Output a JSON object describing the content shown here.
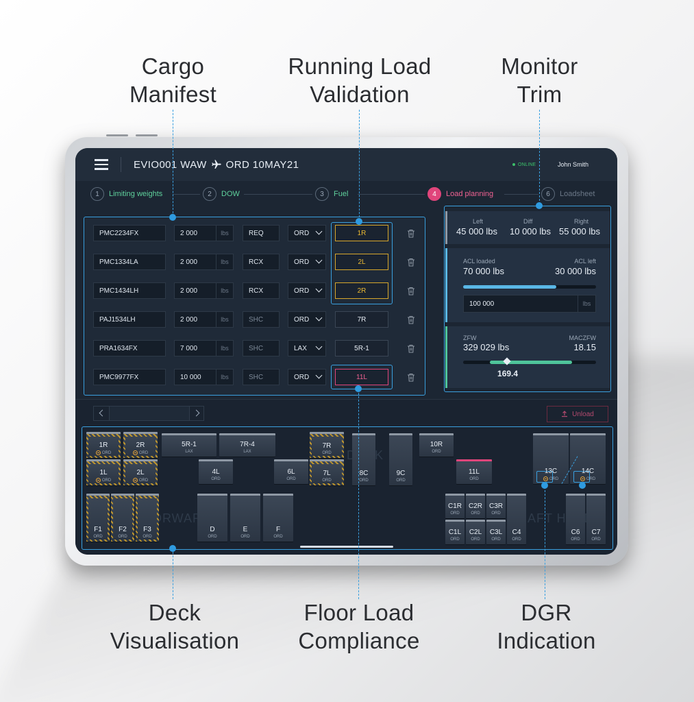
{
  "callouts": {
    "cargo_manifest": [
      "Cargo",
      "Manifest"
    ],
    "running_load": [
      "Running Load",
      "Validation"
    ],
    "monitor_trim": [
      "Monitor",
      "Trim"
    ],
    "deck_visualisation": [
      "Deck",
      "Visualisation"
    ],
    "floor_load": [
      "Floor Load",
      "Compliance"
    ],
    "dgr_indication": [
      "DGR",
      "Indication"
    ]
  },
  "header": {
    "flight_id": "EVIO001 WAW",
    "flight_dest": "ORD 10MAY21",
    "status": "ONLINE",
    "user": "John Smith"
  },
  "steps": [
    {
      "num": "1",
      "label": "Limiting weights",
      "state": "done"
    },
    {
      "num": "2",
      "label": "DOW",
      "state": "done"
    },
    {
      "num": "3",
      "label": "Fuel",
      "state": "done"
    },
    {
      "num": "4",
      "label": "Load planning",
      "state": "active"
    },
    {
      "num": "6",
      "label": "Loadsheet",
      "state": "todo"
    }
  ],
  "manifest": {
    "rows": [
      {
        "id": "PMC2234FX",
        "weight": "2 000",
        "unit": "lbs",
        "code": "REQ",
        "dest": "ORD",
        "pos": "1R",
        "status": "warn"
      },
      {
        "id": "PMC1334LA",
        "weight": "2 000",
        "unit": "lbs",
        "code": "RCX",
        "dest": "ORD",
        "pos": "2L",
        "status": "warn"
      },
      {
        "id": "PMC1434LH",
        "weight": "2 000",
        "unit": "lbs",
        "code": "RCX",
        "dest": "ORD",
        "pos": "2R",
        "status": "warn"
      },
      {
        "id": "PAJ1534LH",
        "weight": "2 000",
        "unit": "lbs",
        "code": "SHC",
        "dest": "ORD",
        "pos": "7R",
        "status": "ok"
      },
      {
        "id": "PRA1634FX",
        "weight": "7 000",
        "unit": "lbs",
        "code": "SHC",
        "dest": "LAX",
        "pos": "5R-1",
        "status": "ok"
      },
      {
        "id": "PMC9977FX",
        "weight": "10 000",
        "unit": "lbs",
        "code": "SHC",
        "dest": "ORD",
        "pos": "11L",
        "status": "err"
      }
    ]
  },
  "trim": {
    "left_label": "Left",
    "left_value": "45 000 lbs",
    "diff_label": "Diff",
    "diff_value": "10 000 lbs",
    "right_label": "Right",
    "right_value": "55 000 lbs",
    "acl_loaded_label": "ACL loaded",
    "acl_loaded_value": "70 000 lbs",
    "acl_left_label": "ACL left",
    "acl_left_value": "30 000 lbs",
    "acl_progress": 0.7,
    "acl_input_value": "100 000",
    "acl_input_unit": "lbs",
    "zfw_label": "ZFW",
    "zfw_value": "329 029 lbs",
    "maczfw_label": "MACZFW",
    "maczfw_value": "18.15",
    "trim_value": "169.4",
    "trim_range_start": 0.2,
    "trim_range_end": 0.82,
    "trim_marker": 0.33
  },
  "toolbar": {
    "unload_label": "Unload"
  },
  "deck": {
    "ghost_main": "DECK",
    "ghost_forward": "FORWARD",
    "ghost_aft": "AFT HOLD",
    "main_upper": [
      {
        "code": "1R",
        "sub": "ORD",
        "dgr": true,
        "hatch": true
      },
      {
        "code": "2R",
        "sub": "ORD",
        "dgr": true,
        "hatch": true
      },
      {
        "code": "5R-1",
        "sub": "LAX"
      },
      {
        "code": "7R-4",
        "sub": "LAX"
      },
      {
        "code": "7R",
        "sub": "ORD",
        "hatch": true
      },
      {
        "code": "8C",
        "sub": "ORD"
      },
      {
        "code": "9C",
        "sub": "ORD"
      },
      {
        "code": "10R",
        "sub": "ORD"
      },
      {
        "code": "13C",
        "sub": "ORD",
        "dgr": true
      },
      {
        "code": "14C",
        "sub": "ORD",
        "dgr": true
      }
    ],
    "main_lower": [
      {
        "code": "1L",
        "sub": "ORD",
        "dgr": true,
        "hatch": true
      },
      {
        "code": "2L",
        "sub": "ORD",
        "dgr": true,
        "hatch": true
      },
      {
        "code": "4L",
        "sub": "ORD"
      },
      {
        "code": "6L",
        "sub": "ORD"
      },
      {
        "code": "7L",
        "sub": "ORD",
        "hatch": true
      },
      {
        "code": "11L",
        "sub": "ORD",
        "err": true
      }
    ],
    "forward": [
      {
        "code": "F1",
        "sub": "ORD",
        "hatch": true
      },
      {
        "code": "F2",
        "sub": "ORD",
        "hatch": true
      },
      {
        "code": "F3",
        "sub": "ORD",
        "hatch": true
      },
      {
        "code": "D",
        "sub": "ORD"
      },
      {
        "code": "E",
        "sub": "ORD"
      },
      {
        "code": "F",
        "sub": "ORD"
      }
    ],
    "aft": [
      {
        "code": "C1R",
        "sub": "ORD"
      },
      {
        "code": "C2R",
        "sub": "ORD"
      },
      {
        "code": "C3R",
        "sub": "ORD"
      },
      {
        "code": "C1L",
        "sub": "ORD"
      },
      {
        "code": "C2L",
        "sub": "ORD"
      },
      {
        "code": "C3L",
        "sub": "ORD"
      },
      {
        "code": "C4",
        "sub": "ORD"
      },
      {
        "code": "C6",
        "sub": "ORD"
      },
      {
        "code": "C7",
        "sub": "ORD"
      }
    ]
  },
  "colors": {
    "accent": "#3aa0e0",
    "warn": "#e8b732",
    "error": "#f06292",
    "ok": "#5fd19c"
  }
}
